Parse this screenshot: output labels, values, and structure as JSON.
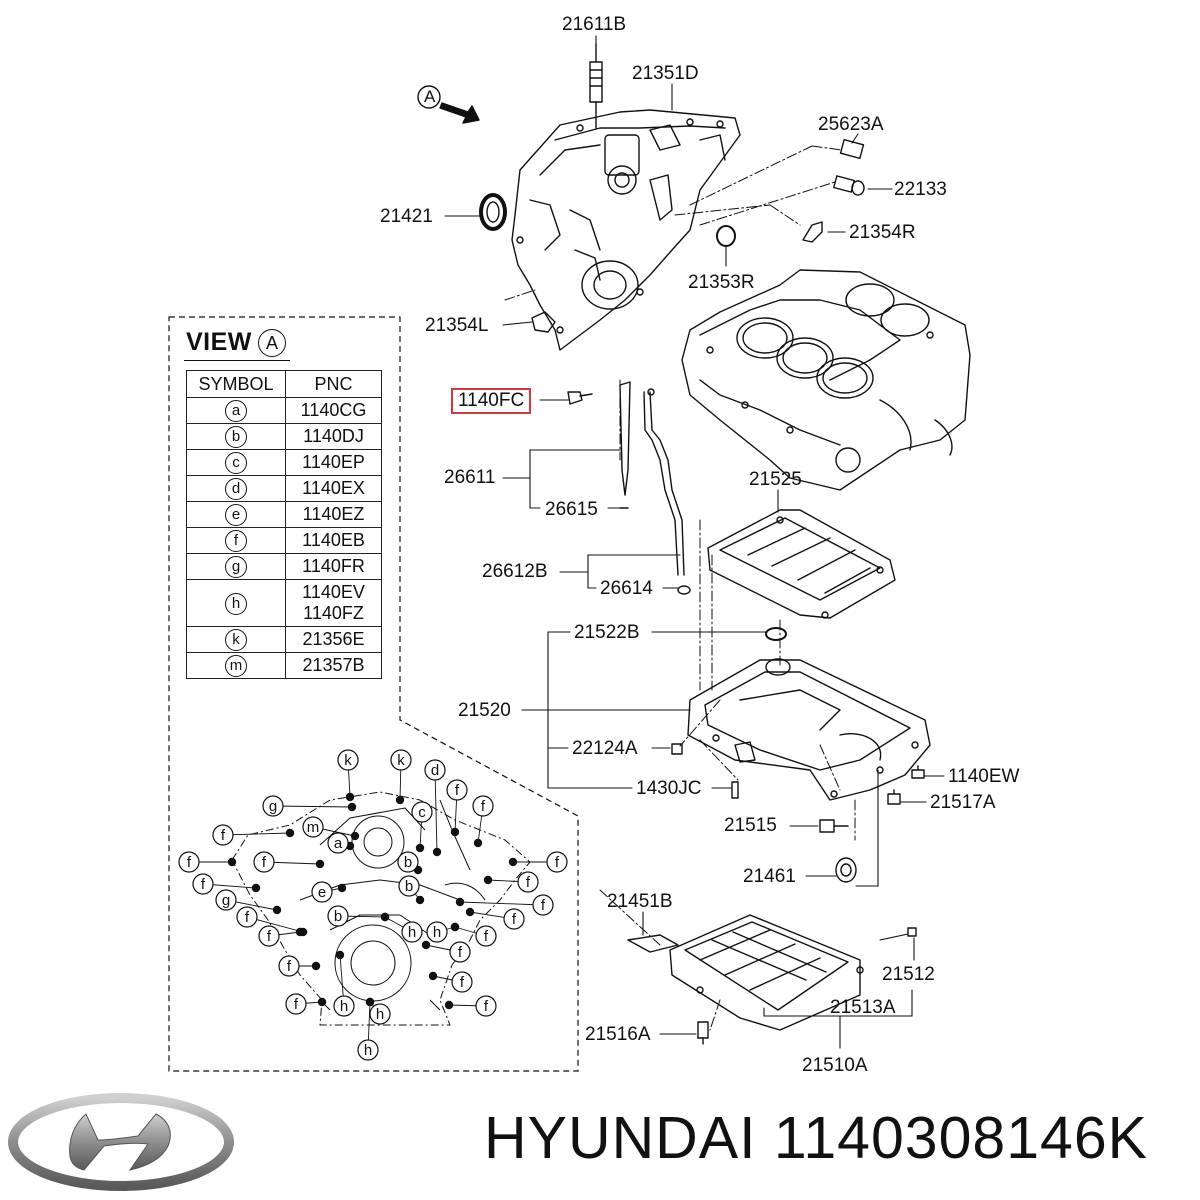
{
  "diagram": {
    "arrow_label": "A",
    "callouts": {
      "p21611B": "21611B",
      "p21351D": "21351D",
      "p25623A": "25623A",
      "p22133": "22133",
      "p21421": "21421",
      "p21354R": "21354R",
      "p21353R": "21353R",
      "p21354L": "21354L",
      "p1140FC": "1140FC",
      "p26611": "26611",
      "p26615": "26615",
      "p21525": "21525",
      "p26612B": "26612B",
      "p26614": "26614",
      "p21522B": "21522B",
      "p21520": "21520",
      "p22124A": "22124A",
      "p1430JC": "1430JC",
      "p1140EW": "1140EW",
      "p21517A": "21517A",
      "p21515": "21515",
      "p21461": "21461",
      "p21451B": "21451B",
      "p21512": "21512",
      "p21513A": "21513A",
      "p21516A": "21516A",
      "p21510A": "21510A"
    }
  },
  "view": {
    "title": "VIEW",
    "circle": "A",
    "header_symbol": "SYMBOL",
    "header_pnc": "PNC",
    "rows": [
      {
        "symbol": "a",
        "pnc": [
          "1140CG"
        ]
      },
      {
        "symbol": "b",
        "pnc": [
          "1140DJ"
        ]
      },
      {
        "symbol": "c",
        "pnc": [
          "1140EP"
        ]
      },
      {
        "symbol": "d",
        "pnc": [
          "1140EX"
        ]
      },
      {
        "symbol": "e",
        "pnc": [
          "1140EZ"
        ]
      },
      {
        "symbol": "f",
        "pnc": [
          "1140EB"
        ]
      },
      {
        "symbol": "g",
        "pnc": [
          "1140FR"
        ]
      },
      {
        "symbol": "h",
        "pnc": [
          "1140EV",
          "1140FZ"
        ]
      },
      {
        "symbol": "k",
        "pnc": [
          "21356E"
        ]
      },
      {
        "symbol": "m",
        "pnc": [
          "21357B"
        ]
      }
    ],
    "bolt_markers": {
      "k1": "k",
      "k2": "k",
      "d1": "d",
      "g1": "g",
      "m1": "m",
      "f1": "f",
      "f2": "f",
      "c1": "c",
      "a1": "a",
      "f3": "f",
      "f4": "f",
      "f5": "f",
      "f6": "f",
      "e1": "e",
      "b1": "b",
      "f7": "f",
      "f8": "f",
      "g2": "g",
      "f9": "f",
      "b2": "b",
      "h1": "h",
      "b3": "b",
      "f10": "f",
      "f11": "f",
      "f12": "f",
      "h2": "h",
      "f13": "f",
      "f14": "f",
      "f15": "f",
      "f16": "f",
      "f17": "f",
      "h3": "h",
      "h4": "h",
      "f18": "f",
      "h5": "h",
      "f19": "f",
      "f20": "f",
      "b4": "b"
    }
  },
  "footer": {
    "brand": "HYUNDAI",
    "part_number": "HYUNDAI 1140308146K"
  },
  "colors": {
    "line": "#111111",
    "highlight": "#d9363e",
    "logo": "#9a9a9a"
  }
}
